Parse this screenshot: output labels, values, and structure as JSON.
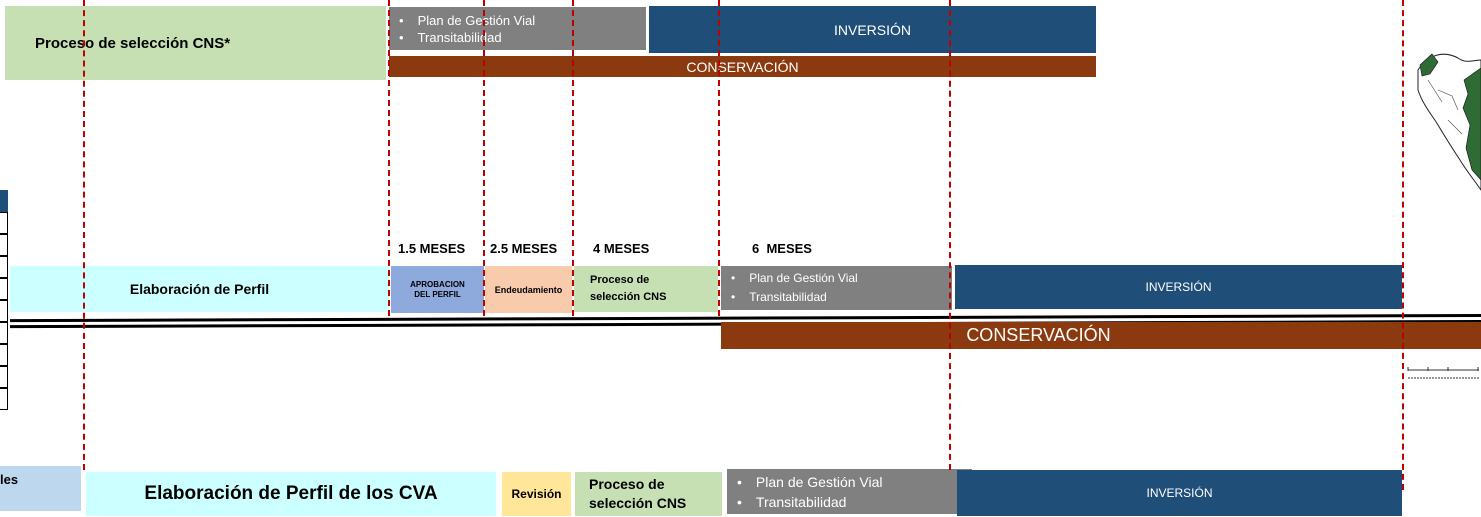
{
  "colors": {
    "green_light": "#c6e0b4",
    "gray": "#808080",
    "navy": "#1f4e79",
    "brown": "#8b3a0f",
    "cyan_light": "#ccffff",
    "blue_approval": "#8ea9db",
    "peach": "#f8cbad",
    "yellow": "#ffe699",
    "blue_left": "#bdd7ee",
    "dashed_line": "#c00000",
    "map_green": "#2e6b35"
  },
  "row1": {
    "process_label": "Proceso de selección CNS*",
    "bullets": [
      "Plan de Gestión Vial",
      "Transitabilidad"
    ],
    "investment_label": "INVERSIÓN",
    "conservation_label": "CONSERVACIÓN"
  },
  "row2": {
    "durations": [
      "1.5 MESES",
      "2.5 MESES",
      "4 MESES",
      "6  MESES"
    ],
    "profile_label": "Elaboración de Perfil",
    "approval_line1": "APROBACION",
    "approval_line2": "DEL PERFIL",
    "debt_label": "Endeudamiento",
    "selection_line1": "Proceso de",
    "selection_line2": "selección CNS",
    "bullets": [
      "Plan de Gestión Vial",
      "Transitabilidad"
    ],
    "investment_label": "INVERSIÓN",
    "conservation_label": "CONSERVACIÓN"
  },
  "row3": {
    "left_fragment": "les",
    "profile_label": "Elaboración de Perfil de los CVA",
    "review_label": "Revisión",
    "selection_line1": "Proceso de",
    "selection_line2": "selección CNS",
    "bullets": [
      "Plan de Gestión Vial",
      "Transitabilidad"
    ],
    "investment_label": "INVERSIÓN"
  },
  "map": {
    "icon": "map-icon"
  }
}
